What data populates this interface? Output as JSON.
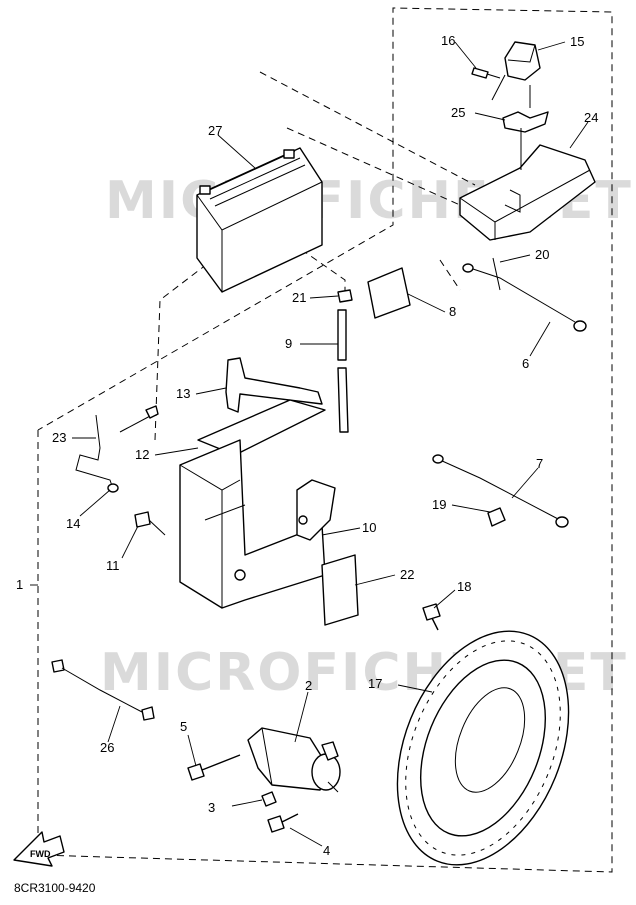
{
  "diagram": {
    "watermark": "MICROFICHE.NET",
    "drawing_code": "8CR3100-9420",
    "fwd_label": "FWD",
    "callouts": [
      "1",
      "2",
      "3",
      "4",
      "5",
      "6",
      "7",
      "8",
      "9",
      "10",
      "11",
      "12",
      "13",
      "14",
      "15",
      "16",
      "17",
      "18",
      "19",
      "20",
      "21",
      "22",
      "23",
      "24",
      "25",
      "26",
      "27"
    ]
  }
}
